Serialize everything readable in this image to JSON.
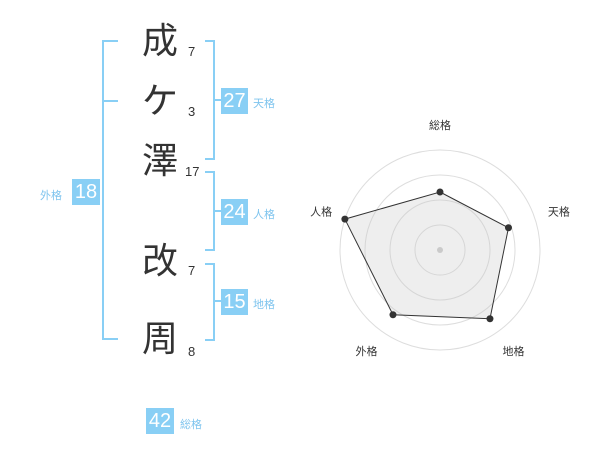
{
  "name_chars": [
    {
      "char": "成",
      "strokes": "7"
    },
    {
      "char": "ケ",
      "strokes": "3"
    },
    {
      "char": "澤",
      "strokes": "17"
    },
    {
      "char": "改",
      "strokes": "7"
    },
    {
      "char": "周",
      "strokes": "8"
    }
  ],
  "kakusu": {
    "tenkaku": {
      "value": "27",
      "label": "天格"
    },
    "jinkaku": {
      "value": "24",
      "label": "人格"
    },
    "chikaku": {
      "value": "15",
      "label": "地格"
    },
    "gaikaku": {
      "value": "18",
      "label": "外格"
    },
    "soukaku": {
      "value": "42",
      "label": "総格"
    }
  },
  "colors": {
    "accent": "#89cff5",
    "label": "#7ec4ee",
    "text": "#333333"
  },
  "chart_data": {
    "type": "radar",
    "axes": [
      "総格",
      "天格",
      "地格",
      "外格",
      "人格"
    ],
    "values": [
      0.58,
      0.72,
      0.85,
      0.8,
      1.0
    ],
    "rings": 4
  }
}
